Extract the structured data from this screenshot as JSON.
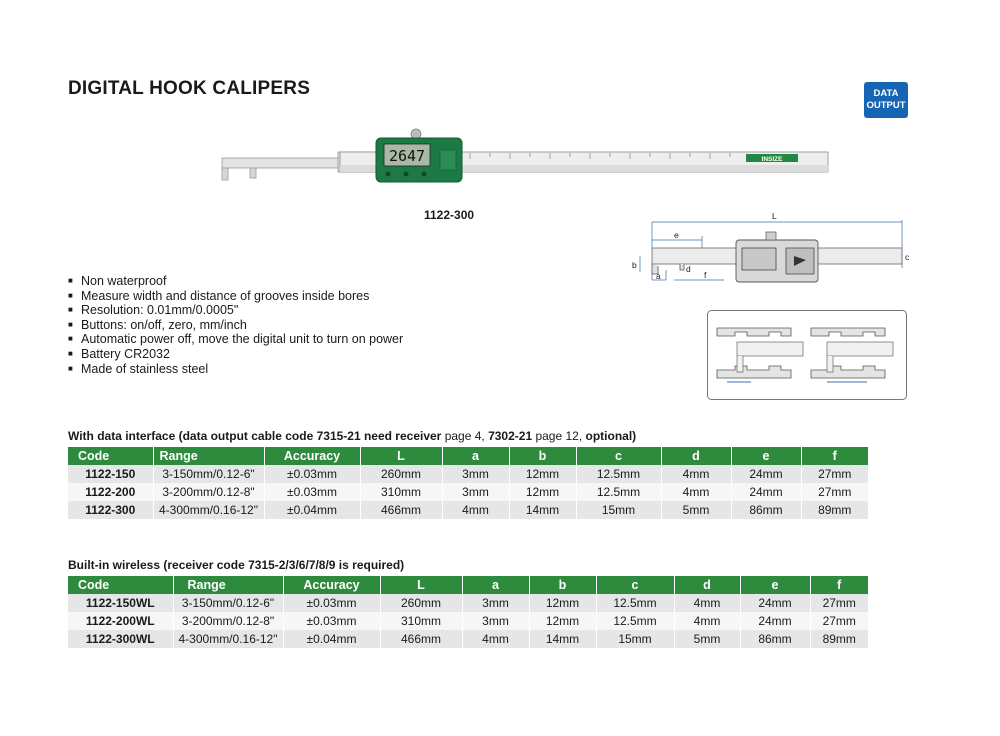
{
  "title": "DIGITAL HOOK CALIPERS",
  "badge": {
    "line1": "DATA",
    "line2": "OUTPUT"
  },
  "product": {
    "caption": "1122-300",
    "display_value": "2647",
    "brand": "INSIZE"
  },
  "features": [
    "Non waterproof",
    "Measure width and distance of grooves inside bores",
    "Resolution: 0.01mm/0.0005\"",
    "Buttons: on/off, zero, mm/inch",
    "Automatic power off, move the digital unit to turn on power",
    "Battery CR2032",
    "Made of stainless steel"
  ],
  "diagram_labels": {
    "L": "L",
    "e": "e",
    "b": "b",
    "a": "a",
    "d": "d",
    "f": "f",
    "c": "c"
  },
  "table1": {
    "heading_a": "With data interface (data output cable code 7315-21 need receiver",
    "heading_b": " page 4, ",
    "heading_c": "7302-21",
    "heading_d": " page 12, ",
    "heading_e": "optional)",
    "headers": [
      "Code",
      "Range",
      "Accuracy",
      "L",
      "a",
      "b",
      "c",
      "d",
      "e",
      "f"
    ],
    "rows": [
      [
        "1122-150",
        "3-150mm/0.12-6\"",
        "±0.03mm",
        "260mm",
        "3mm",
        "12mm",
        "12.5mm",
        "4mm",
        "24mm",
        "27mm"
      ],
      [
        "1122-200",
        "3-200mm/0.12-8\"",
        "±0.03mm",
        "310mm",
        "3mm",
        "12mm",
        "12.5mm",
        "4mm",
        "24mm",
        "27mm"
      ],
      [
        "1122-300",
        "4-300mm/0.16-12\"",
        "±0.04mm",
        "466mm",
        "4mm",
        "14mm",
        "15mm",
        "5mm",
        "86mm",
        "89mm"
      ]
    ]
  },
  "table2": {
    "heading": "Built-in wireless (receiver code 7315-2/3/6/7/8/9 is required)",
    "headers": [
      "Code",
      "Range",
      "Accuracy",
      "L",
      "a",
      "b",
      "c",
      "d",
      "e",
      "f"
    ],
    "rows": [
      [
        "1122-150WL",
        "3-150mm/0.12-6\"",
        "±0.03mm",
        "260mm",
        "3mm",
        "12mm",
        "12.5mm",
        "4mm",
        "24mm",
        "27mm"
      ],
      [
        "1122-200WL",
        "3-200mm/0.12-8\"",
        "±0.03mm",
        "310mm",
        "3mm",
        "12mm",
        "12.5mm",
        "4mm",
        "24mm",
        "27mm"
      ],
      [
        "1122-300WL",
        "4-300mm/0.16-12\"",
        "±0.04mm",
        "466mm",
        "4mm",
        "14mm",
        "15mm",
        "5mm",
        "86mm",
        "89mm"
      ]
    ]
  }
}
